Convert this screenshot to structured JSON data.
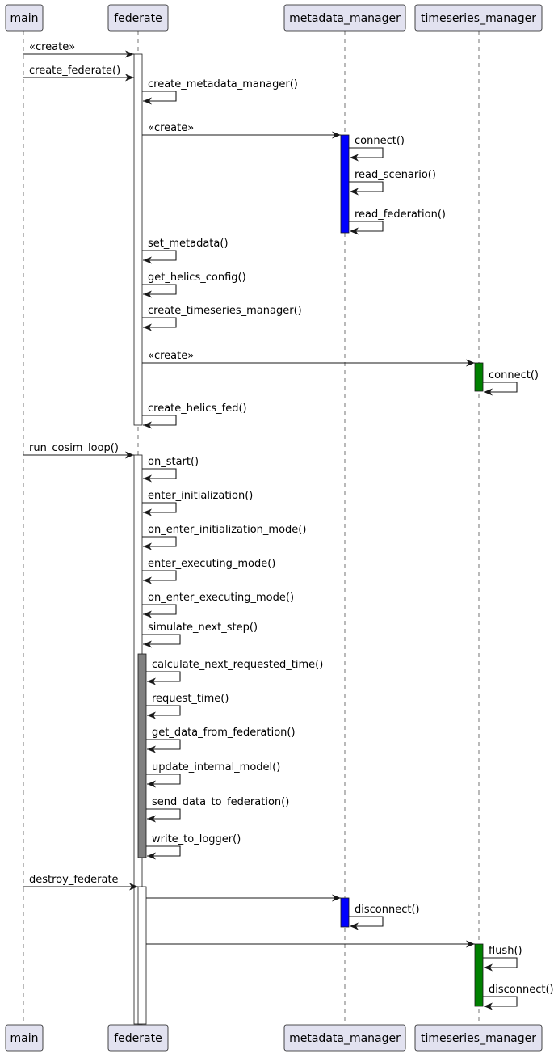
{
  "participants": [
    {
      "id": "main",
      "label": "main"
    },
    {
      "id": "federate",
      "label": "federate"
    },
    {
      "id": "metadata_manager",
      "label": "metadata_manager"
    },
    {
      "id": "timeseries_manager",
      "label": "timeseries_manager"
    }
  ],
  "colors": {
    "box_fill": "#e2e2f0",
    "metadata_activation": "#0000ff",
    "timeseries_activation": "#008000",
    "inner_activation": "#808080",
    "default_activation": "#ffffff"
  },
  "messages": [
    {
      "from": "main",
      "to": "federate",
      "label": "«create»"
    },
    {
      "from": "main",
      "to": "federate",
      "label": "create_federate()"
    },
    {
      "from": "federate",
      "to": "federate",
      "label": "create_metadata_manager()"
    },
    {
      "from": "federate",
      "to": "metadata_manager",
      "label": "«create»"
    },
    {
      "from": "metadata_manager",
      "to": "metadata_manager",
      "label": "connect()"
    },
    {
      "from": "metadata_manager",
      "to": "metadata_manager",
      "label": "read_scenario()"
    },
    {
      "from": "metadata_manager",
      "to": "metadata_manager",
      "label": "read_federation()"
    },
    {
      "from": "federate",
      "to": "federate",
      "label": "set_metadata()"
    },
    {
      "from": "federate",
      "to": "federate",
      "label": "get_helics_config()"
    },
    {
      "from": "federate",
      "to": "federate",
      "label": "create_timeseries_manager()"
    },
    {
      "from": "federate",
      "to": "timeseries_manager",
      "label": "«create»"
    },
    {
      "from": "timeseries_manager",
      "to": "timeseries_manager",
      "label": "connect()"
    },
    {
      "from": "federate",
      "to": "federate",
      "label": "create_helics_fed()"
    },
    {
      "from": "main",
      "to": "federate",
      "label": "run_cosim_loop()"
    },
    {
      "from": "federate",
      "to": "federate",
      "label": "on_start()"
    },
    {
      "from": "federate",
      "to": "federate",
      "label": "enter_initialization()"
    },
    {
      "from": "federate",
      "to": "federate",
      "label": "on_enter_initialization_mode()"
    },
    {
      "from": "federate",
      "to": "federate",
      "label": "enter_executing_mode()"
    },
    {
      "from": "federate",
      "to": "federate",
      "label": "on_enter_executing_mode()"
    },
    {
      "from": "federate",
      "to": "federate",
      "label": "simulate_next_step()"
    },
    {
      "from": "federate",
      "to": "federate",
      "label": "calculate_next_requested_time()"
    },
    {
      "from": "federate",
      "to": "federate",
      "label": "request_time()"
    },
    {
      "from": "federate",
      "to": "federate",
      "label": "get_data_from_federation()"
    },
    {
      "from": "federate",
      "to": "federate",
      "label": "update_internal_model()"
    },
    {
      "from": "federate",
      "to": "federate",
      "label": "send_data_to_federation()"
    },
    {
      "from": "federate",
      "to": "federate",
      "label": "write_to_logger()"
    },
    {
      "from": "main",
      "to": "federate",
      "label": "destroy_federate"
    },
    {
      "from": "federate",
      "to": "metadata_manager",
      "label": ""
    },
    {
      "from": "metadata_manager",
      "to": "metadata_manager",
      "label": "disconnect()"
    },
    {
      "from": "federate",
      "to": "timeseries_manager",
      "label": ""
    },
    {
      "from": "timeseries_manager",
      "to": "timeseries_manager",
      "label": "flush()"
    },
    {
      "from": "timeseries_manager",
      "to": "timeseries_manager",
      "label": "disconnect()"
    }
  ]
}
